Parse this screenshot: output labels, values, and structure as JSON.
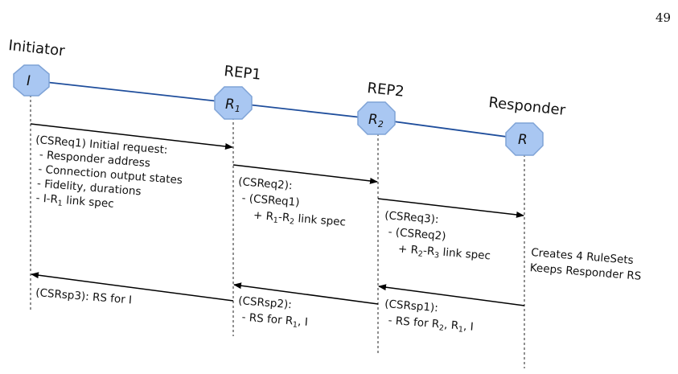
{
  "page_number": "49",
  "colors": {
    "link": "#1f4e9c",
    "node_fill": "#a9c7f2",
    "node_stroke": "#7fa3d6",
    "arrow": "#000000"
  },
  "nodes": [
    {
      "id": "initiator",
      "label": "Initiator",
      "letter": "I",
      "sub": ""
    },
    {
      "id": "rep1",
      "label": "REP1",
      "letter": "R",
      "sub": "1"
    },
    {
      "id": "rep2",
      "label": "REP2",
      "letter": "R",
      "sub": "2"
    },
    {
      "id": "responder",
      "label": "Responder",
      "letter": "R",
      "sub": ""
    }
  ],
  "messages": {
    "csreq1": {
      "title": "(CSReq1) Initial request:",
      "line1": "- Responder address",
      "line2": "- Connection output states",
      "line3": "- Fidelity, durations",
      "line4_a": "- I-R",
      "line4_sub": "1",
      "line4_b": " link spec"
    },
    "csreq2": {
      "title": "(CSReq2):",
      "line1": "- (CSReq1)",
      "line2_a": "+ R",
      "line2_sub1": "1",
      "line2_b": "-R",
      "line2_sub2": "2",
      "line2_c": " link spec"
    },
    "csreq3": {
      "title": "(CSReq3):",
      "line1": "- (CSReq2)",
      "line2_a": "+ R",
      "line2_sub1": "2",
      "line2_b": "-R",
      "line2_sub2": "3",
      "line2_c": " link spec"
    },
    "responder_note": {
      "line1": "Creates 4 RuleSets",
      "line2": "Keeps Responder RS"
    },
    "csrsp1": {
      "title": "(CSRsp1):",
      "line1_a": "- RS for R",
      "line1_sub1": "2",
      "line1_b": ", R",
      "line1_sub2": "1",
      "line1_c": ", I"
    },
    "csrsp2": {
      "title": "(CSRsp2):",
      "line1_a": "- RS for R",
      "line1_sub": "1",
      "line1_b": ", I"
    },
    "csrsp3": {
      "title": "(CSRsp3): RS for I"
    }
  }
}
